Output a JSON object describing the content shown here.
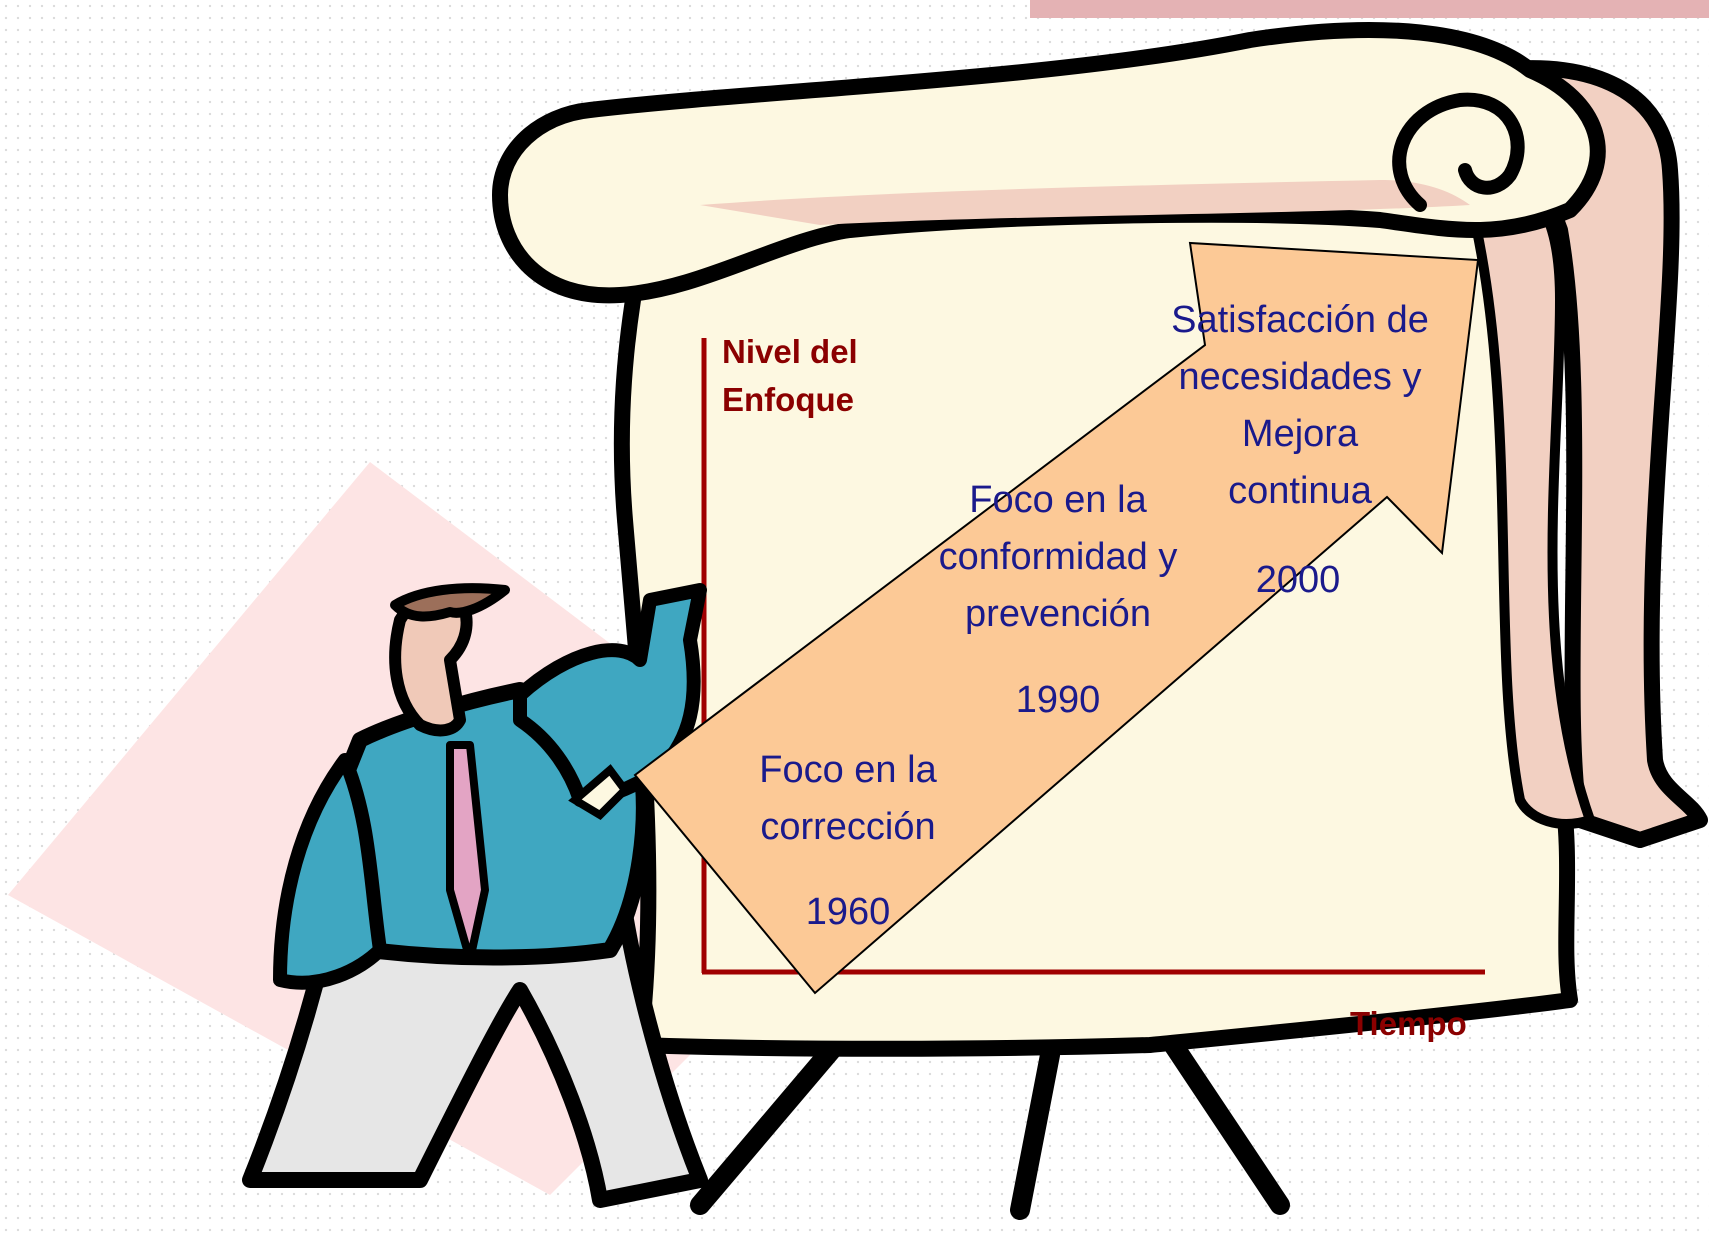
{
  "axes": {
    "y_label_line1": "Nivel del",
    "y_label_line2": "Enfoque",
    "x_label": "Tiempo"
  },
  "stages": [
    {
      "line1": "Foco en la",
      "line2": "corrección",
      "year": "1960"
    },
    {
      "line1": "Foco en la",
      "line2": "conformidad y",
      "line3": "prevención",
      "year": "1990"
    },
    {
      "line1": "Satisfacción de",
      "line2": "necesidades y",
      "line3": "Mejora",
      "line4": "continua",
      "year": "2000"
    }
  ],
  "colors": {
    "axis": "#a00000",
    "arrow_fill": "#fcc996",
    "paper": "#fdf8e1",
    "scroll_curl": "#f2d0c2",
    "suit": "#3fa7c1",
    "tie": "#e3a4c4",
    "stage_text": "#1a1a8c",
    "axis_text": "#8b0000"
  }
}
